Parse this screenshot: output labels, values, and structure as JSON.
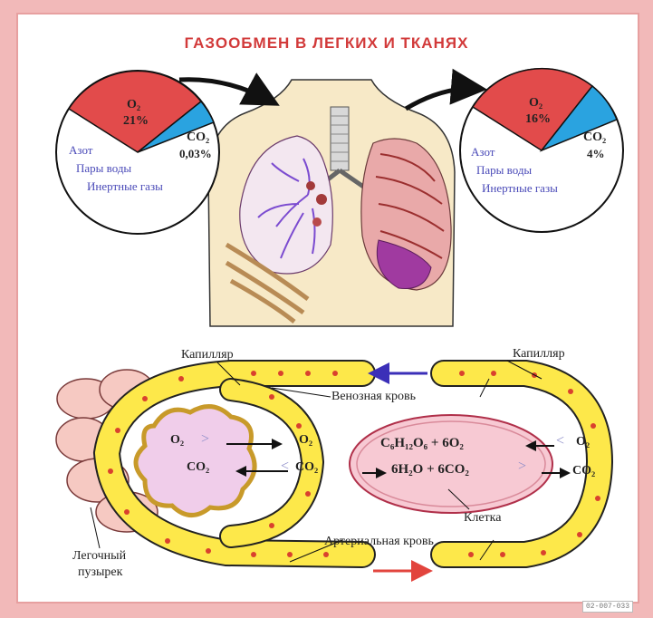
{
  "title": "ГАЗООБМЕН В ЛЕГКИХ И ТКАНЯХ",
  "inhaled_air": {
    "o2_label": "O₂",
    "o2_value": "21%",
    "co2_label": "CO₂",
    "co2_value": "0,03%",
    "nitrogen": "Азот",
    "water_vapor": "Пары воды",
    "inert_gases": "Инертные газы"
  },
  "exhaled_air": {
    "o2_label": "O₂",
    "o2_value": "16%",
    "co2_label": "CO₂",
    "co2_value": "4%",
    "nitrogen": "Азот",
    "water_vapor": "Пары воды",
    "inert_gases": "Инертные газы"
  },
  "exchange": {
    "capillary_left": "Капилляр",
    "capillary_right": "Капилляр",
    "venous_blood": "Венозная кровь",
    "arterial_blood": "Артериальная кровь",
    "alveolus_line1": "Легочный",
    "alveolus_line2": "пузырек",
    "cell": "Клетка",
    "alv_o2": "O₂",
    "alv_o2_sign": ">",
    "alv_co2": "CO₂",
    "alv_co2_sign": "<",
    "cap_left_o2": "O₂",
    "cap_left_co2": "CO₂",
    "cap_right_o2": "O₂",
    "cap_right_co2": "CO₂",
    "cap_right_o2_sign": "<",
    "cell_co2_sign": ">",
    "equation_top": "C₆H₁₂O₆ + 6O₂",
    "equation_bottom": "6H₂O + 6CO₂"
  },
  "catalog_code": "02-007-033",
  "colors": {
    "o2_slice": "#e24b4b",
    "co2_slice": "#2aa3e0",
    "title": "#d23a3a",
    "capillary": "#fde84a",
    "venous_arrow": "#3b2fb8",
    "arterial_arrow": "#e2443d",
    "cell_fill": "#f7c9d3",
    "alveolus_fill": "#f0cdea"
  }
}
